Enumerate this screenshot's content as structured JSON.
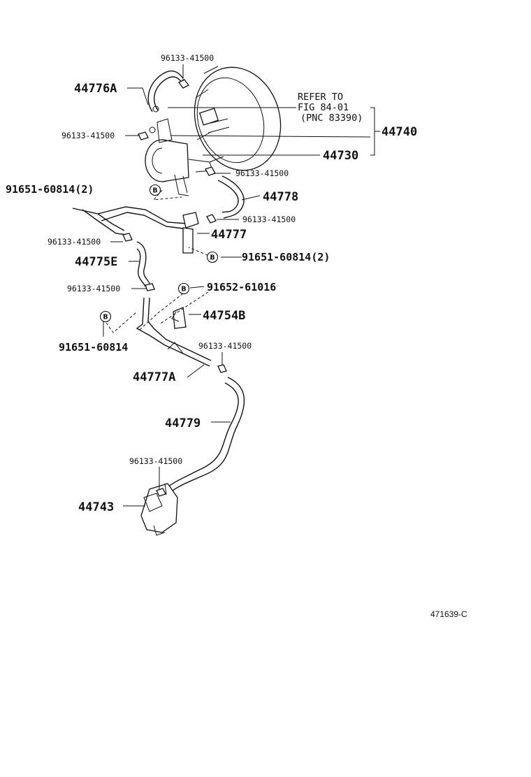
{
  "parts": {
    "p44776A": "44776A",
    "p44740": "44740",
    "p44730": "44730",
    "p44778": "44778",
    "p44777": "44777",
    "p44775E": "44775E",
    "p44754B": "44754B",
    "p44777A": "44777A",
    "p44779": "44779",
    "p44743": "44743"
  },
  "clamps": {
    "c1": "96133-41500",
    "c2": "96133-41500",
    "c3": "96133-41500",
    "c4": "96133-41500",
    "c5": "96133-41500",
    "c6": "96133-41500",
    "c7": "96133-41500",
    "c8": "96133-41500"
  },
  "bolts": {
    "b1": "91651-60814(2)",
    "b2": "91651-60814(2)",
    "b3": "91652-61016",
    "b4": "91651-60814",
    "badge": "B"
  },
  "reference": {
    "line1": "REFER TO",
    "line2": "FIG 84-01",
    "line3": "(PNC 83390)"
  },
  "drawing_id": "471639-C"
}
